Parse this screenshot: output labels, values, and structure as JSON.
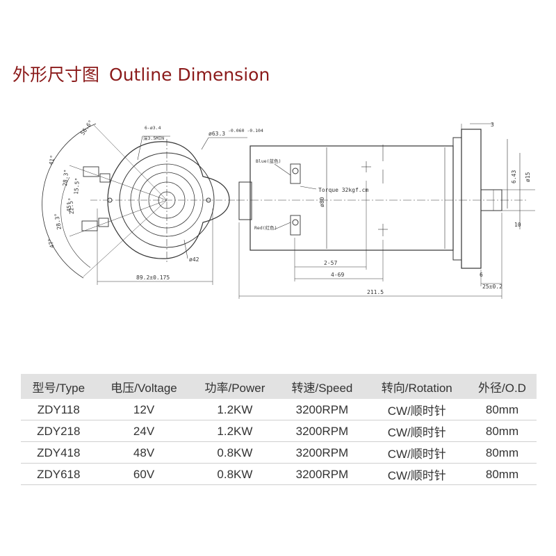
{
  "title": {
    "cn": "外形尺寸图",
    "en": "Outline Dimension"
  },
  "drawing": {
    "angle_top": "56.6°",
    "holes_note": "6-ø3.4",
    "depth_note": "深3.5MIN",
    "flange_dia": "ø63.3",
    "flange_tol": "-0.060\n-0.104",
    "angle_41a": "41°",
    "angle_283a": "28.3°",
    "angle_155": "15.5°",
    "angle_45": "45°",
    "angle_225": "22.5°",
    "angle_283b": "28.3°",
    "angle_41b": "47°",
    "dia_42": "ø42",
    "width_892": "89.2±0.175",
    "blue_label": "Blue(蓝色)",
    "red_label": "Red(红色)",
    "torque": "Torque 32kgf.cm",
    "body_dia": "ø80",
    "dim_3": "3",
    "dim_643": "6.43",
    "shaft_dia": "ø15",
    "dim_10": "10",
    "dim_6": "6",
    "dim_25": "25±0.2",
    "dim_257": "2-57",
    "dim_469": "4-69",
    "length_2115": "211.5"
  },
  "table": {
    "headers": [
      "型号/Type",
      "电压/Voltage",
      "功率/Power",
      "转速/Speed",
      "转向/Rotation",
      "外径/O.D"
    ],
    "rows": [
      [
        "ZDY118",
        "12V",
        "1.2KW",
        "3200RPM",
        "CW/顺时针",
        "80mm"
      ],
      [
        "ZDY218",
        "24V",
        "1.2KW",
        "3200RPM",
        "CW/顺时针",
        "80mm"
      ],
      [
        "ZDY418",
        "48V",
        "0.8KW",
        "3200RPM",
        "CW/顺时针",
        "80mm"
      ],
      [
        "ZDY618",
        "60V",
        "0.8KW",
        "3200RPM",
        "CW/顺时针",
        "80mm"
      ]
    ]
  }
}
